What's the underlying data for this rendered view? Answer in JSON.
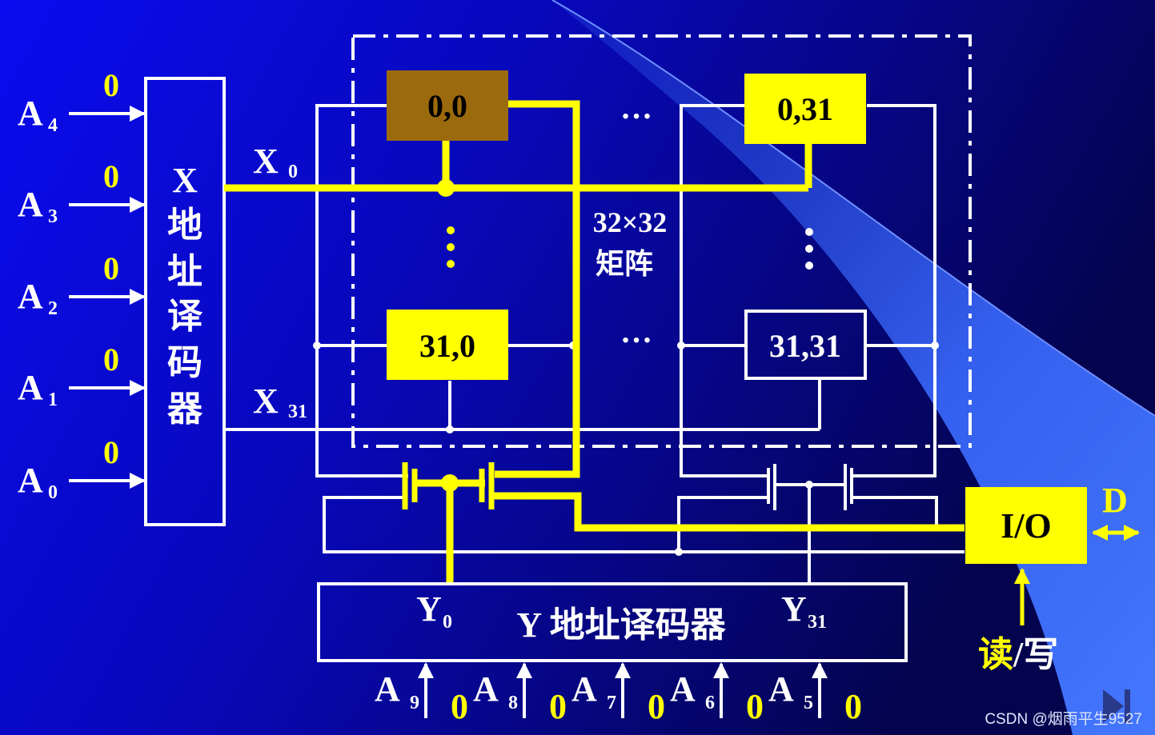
{
  "colors": {
    "background_left": "#0a0ae6",
    "background_right": "#04045e",
    "beam": "#3a6aff",
    "wire": "#ffffff",
    "active_path": "#ffff00",
    "selected_cell": "#9b6a0c",
    "cell_fill": "#ffff00",
    "label_yellow": "#ffff00"
  },
  "address_inputs_x": [
    {
      "name": "A",
      "sub": "4",
      "value": "0"
    },
    {
      "name": "A",
      "sub": "3",
      "value": "0"
    },
    {
      "name": "A",
      "sub": "2",
      "value": "0"
    },
    {
      "name": "A",
      "sub": "1",
      "value": "0"
    },
    {
      "name": "A",
      "sub": "0",
      "value": "0"
    }
  ],
  "x_decoder": {
    "chars": [
      "X",
      "地",
      "址",
      "译",
      "码",
      "器"
    ]
  },
  "x_lines": {
    "first": {
      "name": "X",
      "sub": "0"
    },
    "last": {
      "name": "X",
      "sub": "31"
    }
  },
  "cells": {
    "top_left": "0,0",
    "top_right": "0,31",
    "bottom_left": "31,0",
    "bottom_right": "31,31"
  },
  "ellipsis": "…",
  "matrix": {
    "size": "32×32",
    "name": "矩阵"
  },
  "y_decoder": {
    "label": "Y 地址译码器",
    "first": {
      "name": "Y",
      "sub": "0"
    },
    "last": {
      "name": "Y",
      "sub": "31"
    }
  },
  "io": {
    "label": "I/O",
    "data": "D"
  },
  "rw": {
    "read": "读",
    "sep_write": "/写"
  },
  "address_inputs_y": [
    {
      "name": "A",
      "sub": "9",
      "value": "0"
    },
    {
      "name": "A",
      "sub": "8",
      "value": "0"
    },
    {
      "name": "A",
      "sub": "7",
      "value": "0"
    },
    {
      "name": "A",
      "sub": "6",
      "value": "0"
    },
    {
      "name": "A",
      "sub": "5",
      "value": "0"
    }
  ],
  "watermark": "CSDN @烟雨平生9527"
}
